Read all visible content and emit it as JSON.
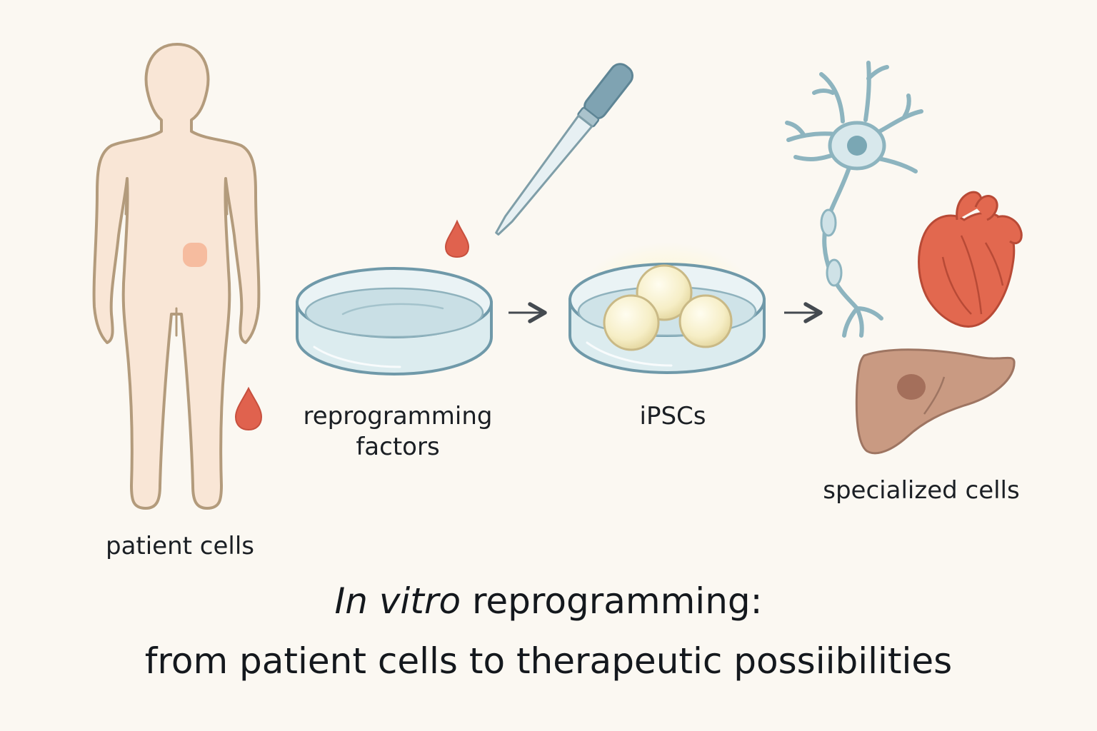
{
  "labels": {
    "patient": "patient cells",
    "factors": "reprogramming factors",
    "ipscs": "iPSCs",
    "specialized": "specialized cells"
  },
  "title": {
    "italic": "In vitro",
    "rest": " reprogramming:",
    "line2": "from patient cells to therapeutic possiibilities"
  },
  "colors": {
    "background": "#fbf8f2",
    "skin_fill": "#f9e6d6",
    "skin_stroke": "#b39b7c",
    "blood_drop": "#e0624e",
    "dish_stroke": "#6f99a9",
    "dish_fill": "#d6e8ec",
    "ipsc_fill": "#f7f0c9",
    "neuron": "#8db4bf",
    "heart": "#e2684f",
    "liver": "#c99a82",
    "arrow": "#444a50"
  }
}
